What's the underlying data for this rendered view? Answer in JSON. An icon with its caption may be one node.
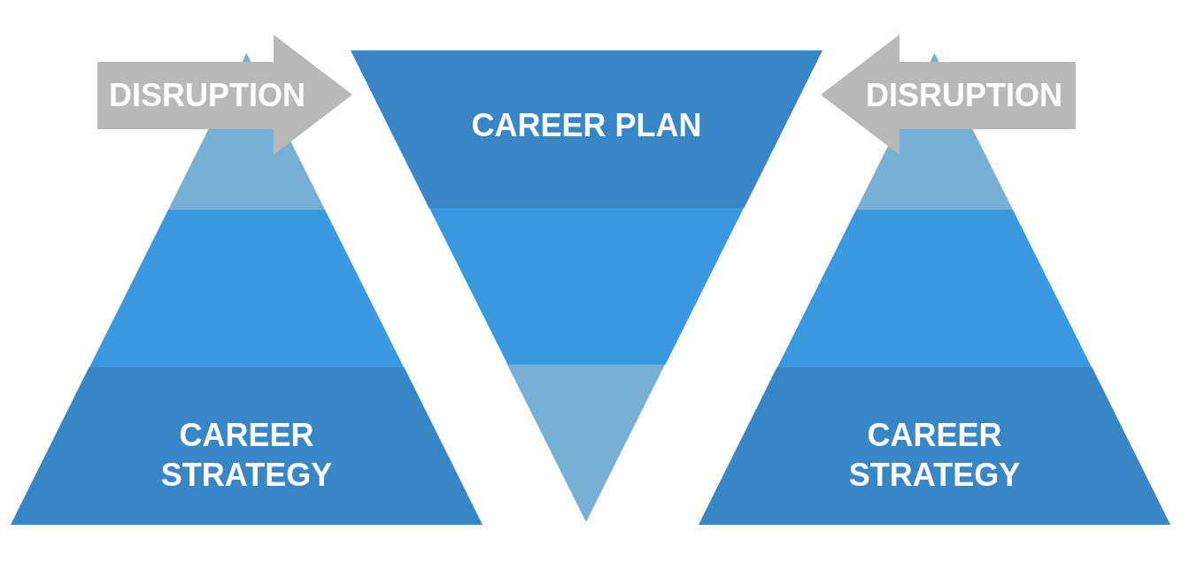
{
  "diagram": {
    "nodes": [
      {
        "text": [
          "DISRUPTION"
        ]
      },
      {
        "text": [],
        "shape": "triangle"
      },
      {
        "text": [],
        "shape": "trapezoid"
      },
      {
        "text": [
          "CAREER STRATEGY"
        ]
      },
      {
        "text": [
          "CAREER PLAN"
        ]
      },
      {
        "text": [],
        "shape": "trapezoid"
      },
      {
        "text": [],
        "shape": "triangle"
      },
      {
        "text": [
          "DISRUPTION"
        ]
      },
      {
        "text": [],
        "shape": "triangle"
      },
      {
        "text": [],
        "shape": "trapezoid"
      },
      {
        "text": [
          "CAREER STRATEGY"
        ]
      }
    ]
  }
}
